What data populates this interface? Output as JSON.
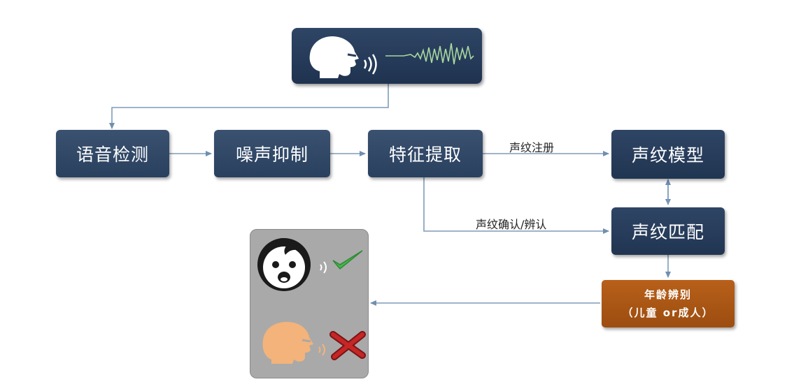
{
  "nodes": {
    "speech_detection": "语音检测",
    "noise_suppression": "噪声抑制",
    "feature_extraction": "特征提取",
    "voiceprint_model": "声纹模型",
    "voiceprint_matching": "声纹匹配",
    "age_classification_line1": "年龄辨别",
    "age_classification_line2": "（儿童 or成人）"
  },
  "edge_labels": {
    "enroll": "声纹注册",
    "verify": "声纹确认/辨认"
  },
  "colors": {
    "node": "#26395a",
    "orange": "#a8571a",
    "arrow": "#7e9cb8",
    "check": "#46b54b",
    "cross": "#c52626",
    "adult_face": "#f4b37a"
  },
  "icons": [
    "speaker-head-icon",
    "sound-waves-icon",
    "waveform-icon",
    "child-face-icon",
    "checkmark-icon",
    "adult-head-icon",
    "cross-icon"
  ]
}
